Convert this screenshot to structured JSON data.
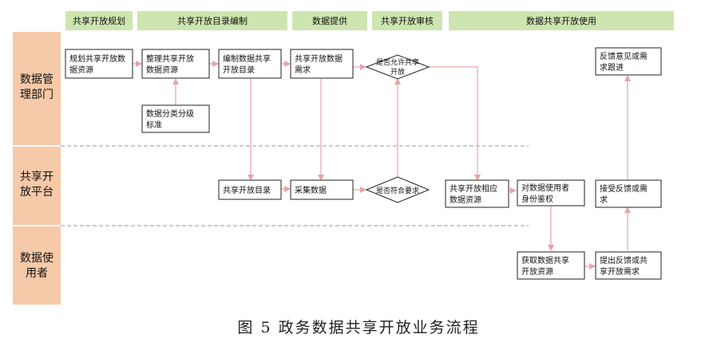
{
  "colors": {
    "phase_header": "#cde6b0",
    "lane_label": "#f6c9a8",
    "box_border": "#222222",
    "arrow": "#e7a3aa",
    "lane_divider": "#9a9a9a"
  },
  "phases": [
    "共享开放规划",
    "共享开放目录编制",
    "数据提供",
    "共享开放审核",
    "数据共享开放使用"
  ],
  "lanes": [
    [
      "数据管",
      "理部门"
    ],
    [
      "共享开",
      "放平台"
    ],
    [
      "数据使",
      "用者"
    ]
  ],
  "nodes": {
    "plan": [
      "规划共享开放数",
      "据资源"
    ],
    "organize": [
      "整理共享开放",
      "数据资源"
    ],
    "classify": [
      "数据分类分级",
      "标准"
    ],
    "compile": [
      "编制数据共享",
      "开放目录"
    ],
    "need": [
      "共享开放数据",
      "需求"
    ],
    "allow": [
      "是否允许共享",
      "开放"
    ],
    "feedback_track": [
      "反馈意见或需",
      "求跟进"
    ],
    "catalog": [
      "共享开放目录"
    ],
    "collect": [
      "采集数据"
    ],
    "meet": [
      "是否符合要求"
    ],
    "resource": [
      "共享开放相应",
      "数据资源"
    ],
    "auth": [
      "对数据使用者",
      "身份鉴权"
    ],
    "receive": [
      "接受反馈或需",
      "求"
    ],
    "obtain": [
      "获取数据共享",
      "开放资源"
    ],
    "submit": [
      "提出反馈或共",
      "享开放需求"
    ]
  },
  "caption": "图 5  政务数据共享开放业务流程"
}
